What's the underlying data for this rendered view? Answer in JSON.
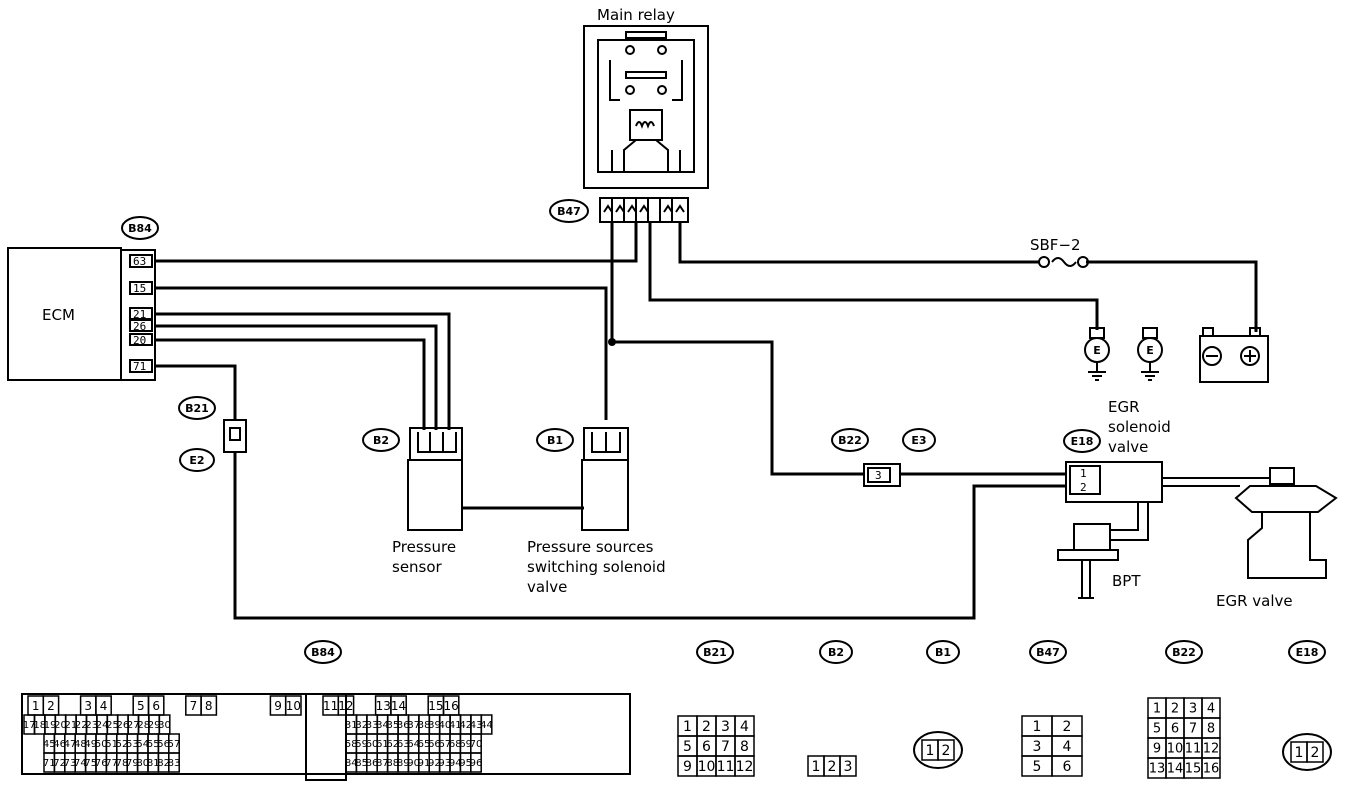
{
  "labels": {
    "main_relay": "Main relay",
    "ecm": "ECM",
    "sbf": "SBF−2",
    "pressure_sensor": [
      "Pressure",
      "sensor"
    ],
    "pssv": [
      "Pressure sources",
      "switching solenoid",
      "valve"
    ],
    "egr_solenoid": [
      "EGR",
      "solenoid",
      "valve"
    ],
    "bpt": "BPT",
    "egr_valve": "EGR valve",
    "ground": "E"
  },
  "connectors": {
    "b47": "B47",
    "b84": "B84",
    "b21": "B21",
    "e2": "E2",
    "b2": "B2",
    "b1": "B1",
    "b22": "B22",
    "e3": "E3",
    "e18": "E18"
  },
  "ecm_pins": [
    "63",
    "15",
    "21",
    "26",
    "20",
    "71"
  ],
  "b22_pin": "3",
  "e18_pins": [
    "1",
    "2"
  ],
  "bottom": {
    "labels": [
      "B84",
      "B21",
      "B2",
      "B1",
      "B47",
      "B22",
      "E18"
    ],
    "b84_rows": [
      [
        "1",
        "2",
        "3",
        "4",
        "5",
        "6",
        "7",
        "8",
        "9",
        "10",
        "11",
        "12",
        "13",
        "14",
        "15",
        "16"
      ],
      [
        "17",
        "18",
        "19",
        "20",
        "21",
        "22",
        "23",
        "24",
        "25",
        "26",
        "27",
        "28",
        "29",
        "30",
        "31",
        "32",
        "33",
        "34",
        "35",
        "36",
        "37",
        "38",
        "39",
        "40",
        "41",
        "42",
        "43",
        "44"
      ],
      [
        "45",
        "46",
        "47",
        "48",
        "49",
        "50",
        "51",
        "52",
        "53",
        "54",
        "55",
        "56",
        "57",
        "58",
        "59",
        "60",
        "61",
        "62",
        "63",
        "64",
        "65",
        "66",
        "67",
        "68",
        "69",
        "70"
      ],
      [
        "71",
        "72",
        "73",
        "74",
        "75",
        "76",
        "77",
        "78",
        "79",
        "80",
        "81",
        "82",
        "83",
        "84",
        "85",
        "86",
        "87",
        "88",
        "89",
        "90",
        "91",
        "92",
        "93",
        "94",
        "95",
        "96"
      ]
    ],
    "b21_rows": [
      [
        "1",
        "2",
        "3",
        "4"
      ],
      [
        "5",
        "6",
        "7",
        "8"
      ],
      [
        "9",
        "10",
        "11",
        "12"
      ]
    ],
    "b2_pins": [
      "1",
      "2",
      "3"
    ],
    "b1_pins": [
      "1",
      "2"
    ],
    "b47_rows": [
      [
        "1",
        "2"
      ],
      [
        "3",
        "4"
      ],
      [
        "5",
        "6"
      ]
    ],
    "b22_rows": [
      [
        "1",
        "2",
        "3",
        "4"
      ],
      [
        "5",
        "6",
        "7",
        "8"
      ],
      [
        "9",
        "10",
        "11",
        "12"
      ],
      [
        "13",
        "14",
        "15",
        "16"
      ]
    ],
    "e18_pins": [
      "1",
      "2"
    ]
  }
}
